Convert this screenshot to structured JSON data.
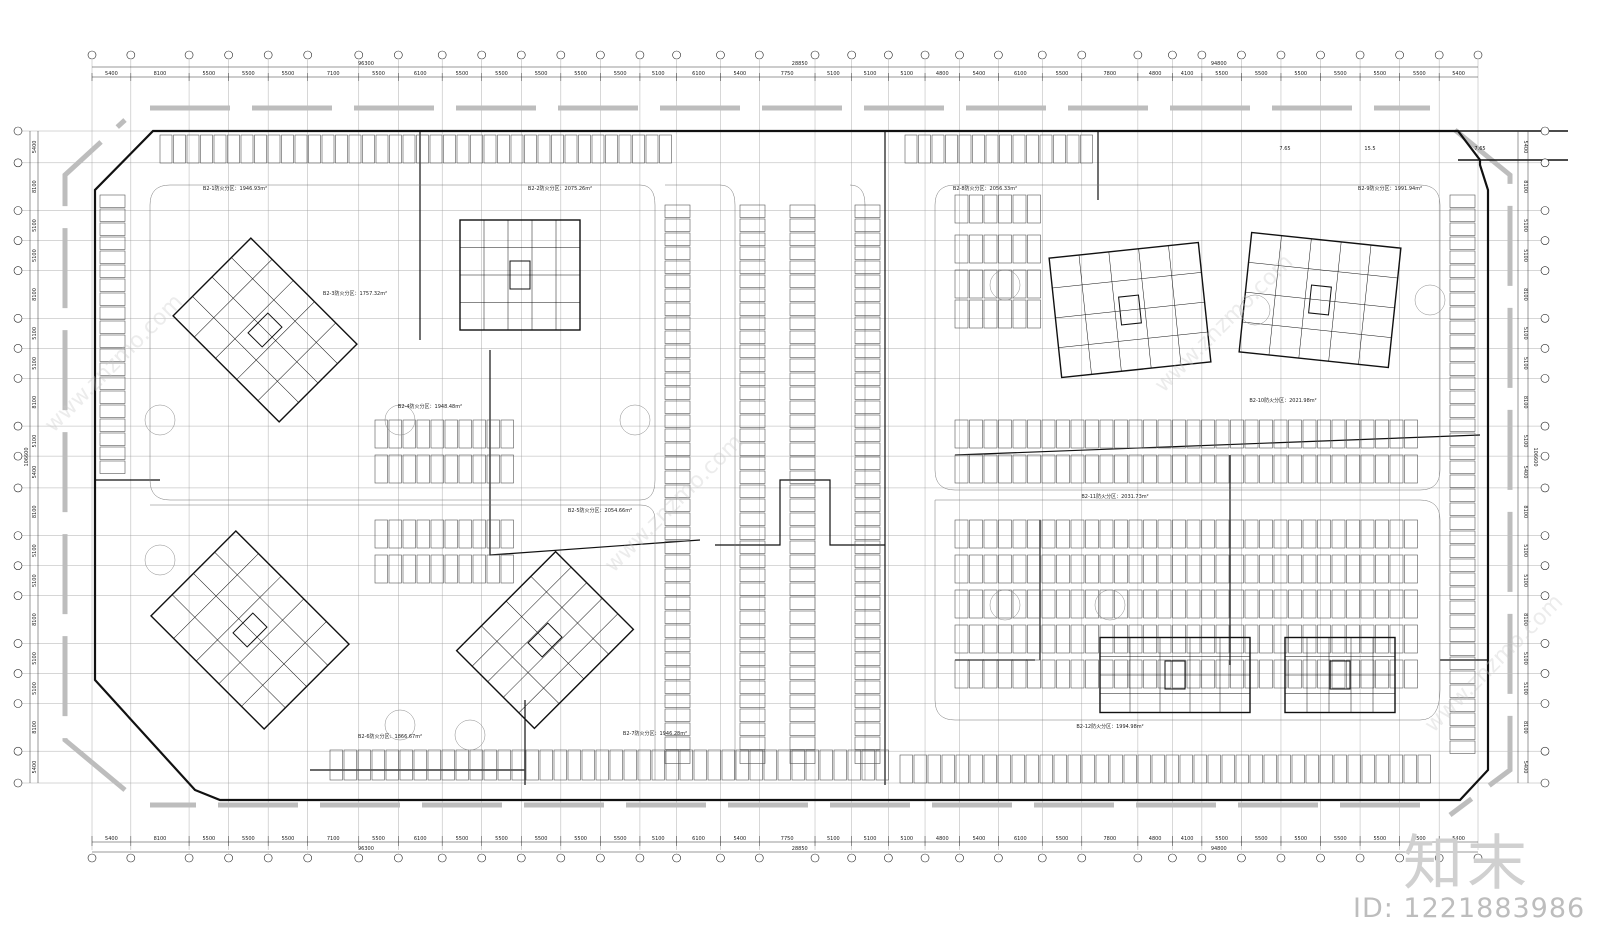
{
  "drawing": {
    "top_dims": [
      "5400",
      "8100",
      "5500",
      "5500",
      "5500",
      "7100",
      "5500",
      "6100",
      "5500",
      "5500",
      "5500",
      "5500",
      "5500",
      "5100",
      "6100",
      "5400",
      "7750",
      "5100",
      "5100",
      "5100",
      "4800",
      "5400",
      "6100",
      "5500",
      "7800",
      "4800",
      "4100",
      "5500",
      "5500",
      "5500",
      "5500",
      "5500",
      "5500",
      "5400"
    ],
    "bottom_dims": [
      "5400",
      "8100",
      "5500",
      "5500",
      "5500",
      "7100",
      "5500",
      "6100",
      "5500",
      "5500",
      "5500",
      "5500",
      "5500",
      "5100",
      "6100",
      "5400",
      "7750",
      "5100",
      "5100",
      "5100",
      "4800",
      "5400",
      "6100",
      "5500",
      "7800",
      "4800",
      "4100",
      "5500",
      "5500",
      "5500",
      "5500",
      "5500",
      "5500",
      "5400"
    ],
    "top_totals": [
      "96300",
      "28850",
      "94800"
    ],
    "bottom_totals": [
      "96300",
      "28850",
      "94800"
    ],
    "left_dims": [
      "5400",
      "8100",
      "5100",
      "5100",
      "8100",
      "5100",
      "5100",
      "8100",
      "5100",
      "5400",
      "8100",
      "5100",
      "5100",
      "8100",
      "5100",
      "5100",
      "8100",
      "5400"
    ],
    "right_dims": [
      "5400",
      "8100",
      "5100",
      "5100",
      "8100",
      "5100",
      "5100",
      "8100",
      "5100",
      "5400",
      "8100",
      "5100",
      "5100",
      "8100",
      "5100",
      "5100",
      "8100",
      "5400"
    ],
    "left_total": "106600",
    "right_total": "106600",
    "top_right_dims": [
      "7.65",
      "15.5",
      "7.65"
    ],
    "zone_labels": [
      "B2-1防火分区：1946.93m²",
      "B2-2防火分区：2075.26m²",
      "B2-3防火分区：1757.32m²",
      "B2-4防火分区：1948.48m²",
      "B2-5防火分区：2054.66m²",
      "B2-6防火分区：1866.67m²",
      "B2-7防火分区：1946.28m²",
      "B2-8防火分区：2056.33m²",
      "B2-9防火分区：1991.94m²",
      "B2-10防火分区：2021.98m²",
      "B2-11防火分区：2031.73m²",
      "B2-12防火分区：1994.98m²"
    ]
  },
  "watermark": {
    "logo": "知末",
    "id": "ID: 1221883986",
    "site": "www.znzmo.com"
  }
}
